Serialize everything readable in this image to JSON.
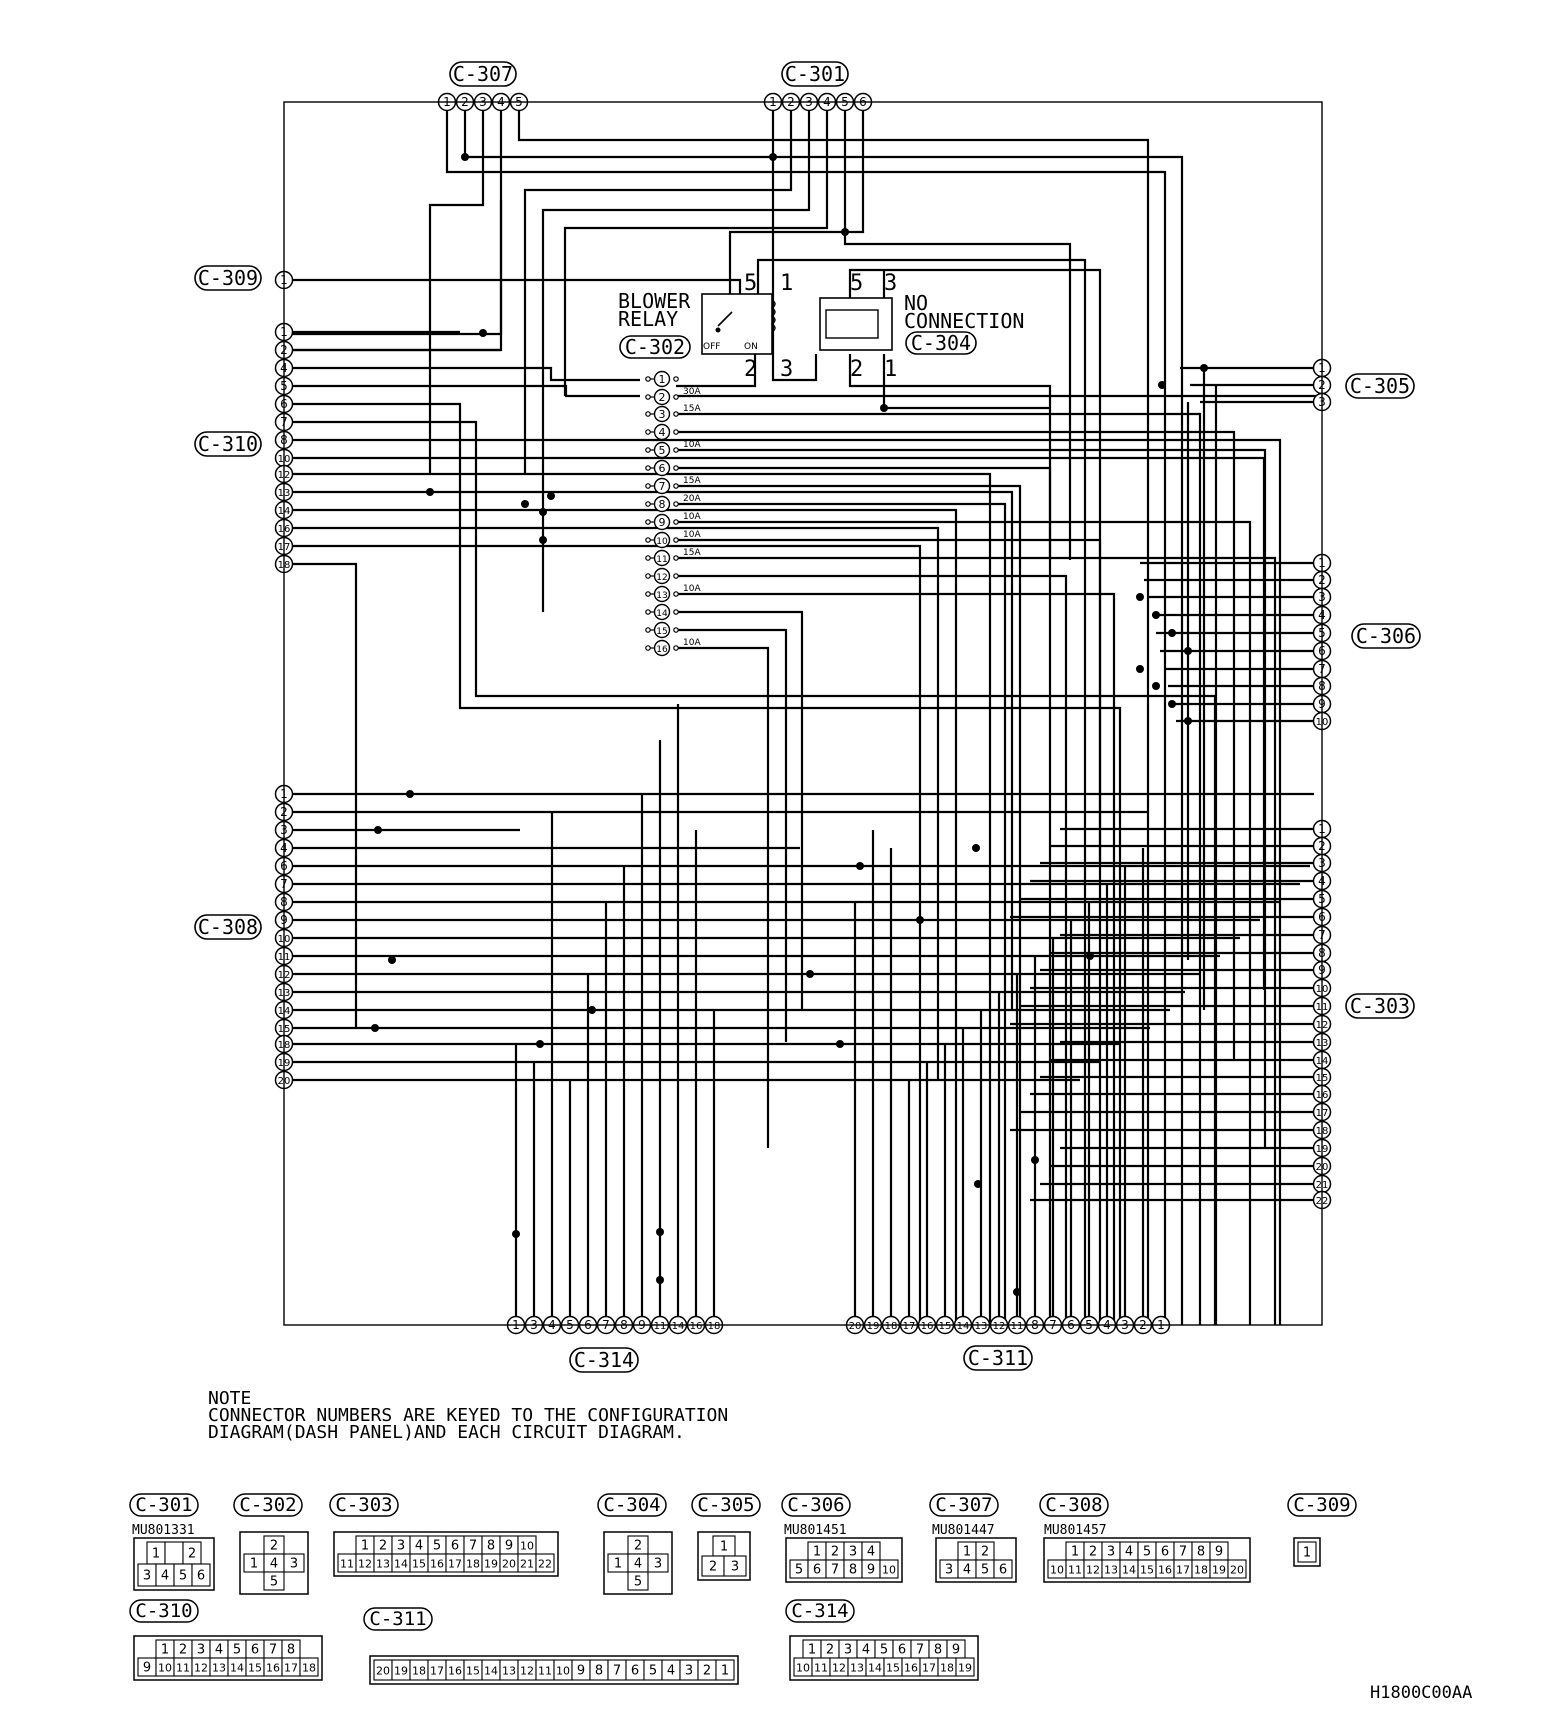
{
  "connectors_main": {
    "c307": "C-307",
    "c301": "C-301",
    "c309": "C-309",
    "c310": "C-310",
    "c308": "C-308",
    "c305": "C-305",
    "c306": "C-306",
    "c303": "C-303",
    "c314": "C-314",
    "c311": "C-311",
    "c302": "C-302",
    "c304": "C-304"
  },
  "relay": {
    "line1": "BLOWER",
    "line2": "RELAY",
    "pin_5": "5",
    "pin_1": "1",
    "pin_2": "2",
    "pin_3": "3",
    "off": "OFF",
    "on": "ON"
  },
  "no_connection": {
    "line1": "NO",
    "line2": "CONNECTION",
    "pin_5": "5",
    "pin_3": "3",
    "pin_2": "2",
    "pin_1": "1"
  },
  "pins": {
    "c307": [
      "1",
      "2",
      "3",
      "4",
      "5"
    ],
    "c301": [
      "1",
      "2",
      "3",
      "4",
      "5",
      "6"
    ],
    "c309": [
      "1"
    ],
    "c310": [
      "1",
      "2",
      "4",
      "5",
      "6",
      "7",
      "8",
      "10",
      "12",
      "13",
      "14",
      "16",
      "17",
      "18"
    ],
    "c308": [
      "1",
      "2",
      "3",
      "4",
      "6",
      "7",
      "8",
      "9",
      "10",
      "11",
      "12",
      "13",
      "14",
      "15",
      "18",
      "19",
      "20"
    ],
    "c305": [
      "1",
      "2",
      "3"
    ],
    "c306": [
      "1",
      "2",
      "3",
      "4",
      "5",
      "6",
      "7",
      "8",
      "9",
      "10"
    ],
    "c303": [
      "1",
      "2",
      "3",
      "4",
      "5",
      "6",
      "7",
      "8",
      "9",
      "10",
      "11",
      "12",
      "13",
      "14",
      "15",
      "16",
      "17",
      "18",
      "19",
      "20",
      "21",
      "22"
    ],
    "c314": [
      "1",
      "3",
      "4",
      "5",
      "6",
      "7",
      "8",
      "9",
      "11",
      "14",
      "16",
      "18"
    ],
    "c311": [
      "20",
      "19",
      "18",
      "17",
      "16",
      "15",
      "14",
      "13",
      "12",
      "11",
      "8",
      "7",
      "6",
      "5",
      "4",
      "3",
      "2",
      "1"
    ]
  },
  "fuses": {
    "numbers": [
      "1",
      "2",
      "3",
      "4",
      "5",
      "6",
      "7",
      "8",
      "9",
      "10",
      "11",
      "12",
      "13",
      "14",
      "15",
      "16"
    ],
    "ratings": [
      "",
      "30A",
      "15A",
      "",
      "10A",
      "",
      "15A",
      "20A",
      "10A",
      "10A",
      "15A",
      "",
      "10A",
      "",
      "",
      "10A"
    ]
  },
  "note": {
    "line1": "NOTE",
    "line2": "CONNECTOR NUMBERS ARE KEYED TO THE CONFIGURATION",
    "line3": "DIAGRAM(DASH PANEL)AND EACH CIRCUIT DIAGRAM."
  },
  "legend": {
    "c301": {
      "label": "C-301",
      "part": "MU801331",
      "row1": [
        "1",
        "",
        "2"
      ],
      "row2": [
        "3",
        "4",
        "5",
        "6"
      ]
    },
    "c302": {
      "label": "C-302",
      "pins": [
        "2",
        "1",
        "4",
        "3",
        "5"
      ]
    },
    "c303": {
      "label": "C-303",
      "row1": [
        "1",
        "2",
        "3",
        "4",
        "5",
        "6",
        "7",
        "8",
        "9",
        "10"
      ],
      "row2": [
        "11",
        "12",
        "13",
        "14",
        "15",
        "16",
        "17",
        "18",
        "19",
        "20",
        "21",
        "22"
      ]
    },
    "c304": {
      "label": "C-304",
      "pins": [
        "2",
        "1",
        "4",
        "3",
        "5"
      ]
    },
    "c305": {
      "label": "C-305",
      "pins": [
        "1",
        "2",
        "3"
      ]
    },
    "c306": {
      "label": "C-306",
      "part": "MU801451",
      "row1": [
        "1",
        "2",
        "3",
        "4"
      ],
      "row2": [
        "5",
        "6",
        "7",
        "8",
        "9",
        "10"
      ]
    },
    "c307": {
      "label": "C-307",
      "part": "MU801447",
      "row1": [
        "1",
        "2"
      ],
      "row2": [
        "3",
        "4",
        "5",
        "6"
      ]
    },
    "c308": {
      "label": "C-308",
      "part": "MU801457",
      "row1": [
        "1",
        "2",
        "3",
        "4",
        "5",
        "6",
        "7",
        "8",
        "9"
      ],
      "row2": [
        "10",
        "11",
        "12",
        "13",
        "14",
        "15",
        "16",
        "17",
        "18",
        "19",
        "20"
      ]
    },
    "c309": {
      "label": "C-309",
      "pins": [
        "1"
      ]
    },
    "c310": {
      "label": "C-310",
      "row1": [
        "1",
        "2",
        "3",
        "4",
        "5",
        "6",
        "7",
        "8"
      ],
      "row2": [
        "9",
        "10",
        "11",
        "12",
        "13",
        "14",
        "15",
        "16",
        "17",
        "18"
      ]
    },
    "c311": {
      "label": "C-311",
      "row": [
        "20",
        "19",
        "18",
        "17",
        "16",
        "15",
        "14",
        "13",
        "12",
        "11",
        "10",
        "9",
        "8",
        "7",
        "6",
        "5",
        "4",
        "3",
        "2",
        "1"
      ]
    },
    "c314": {
      "label": "C-314",
      "row1": [
        "1",
        "2",
        "3",
        "4",
        "5",
        "6",
        "7",
        "8",
        "9"
      ],
      "row2": [
        "10",
        "11",
        "12",
        "13",
        "14",
        "15",
        "16",
        "17",
        "18",
        "19"
      ]
    }
  },
  "code": "H1800C00AA"
}
